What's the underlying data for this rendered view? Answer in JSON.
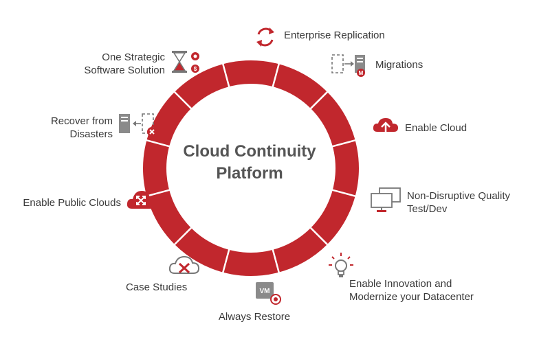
{
  "center": {
    "line1": "Cloud Continuity",
    "line2": "Platform"
  },
  "ring": {
    "segments": 12,
    "color": "#c1272d",
    "divider": "#ffffff"
  },
  "items": [
    {
      "label": "Enterprise Replication",
      "icon": "sync-arrows-icon"
    },
    {
      "label": "Migrations",
      "icon": "server-migration-icon"
    },
    {
      "label": "Enable Cloud",
      "icon": "cloud-upload-icon"
    },
    {
      "label1": "Non-Disruptive Quality",
      "label2": "Test/Dev",
      "icon": "monitors-icon"
    },
    {
      "label1": "Enable Innovation and",
      "label2": "Modernize your Datacenter",
      "icon": "lightbulb-icon"
    },
    {
      "label": "Always Restore",
      "icon": "vm-restore-icon",
      "badge": "VM"
    },
    {
      "label": "Case Studies",
      "icon": "cloud-tools-icon"
    },
    {
      "label": "Enable Public Clouds",
      "icon": "cloud-expand-icon"
    },
    {
      "label1": "Recover from",
      "label2": "Disasters",
      "icon": "server-recover-icon"
    },
    {
      "label1": "One Strategic",
      "label2": "Software Solution",
      "icon": "hourglass-gear-dollar-icon"
    }
  ]
}
